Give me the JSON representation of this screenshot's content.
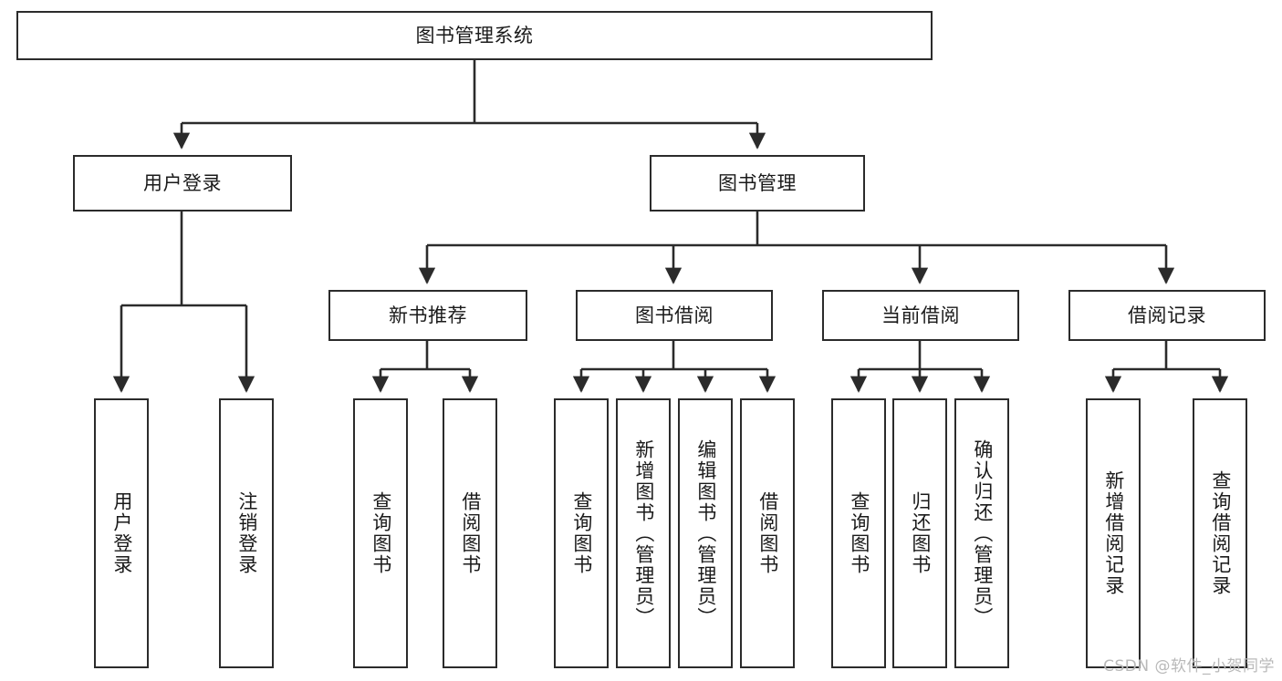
{
  "diagram": {
    "title": "图书管理系统",
    "type": "tree-hierarchy",
    "watermark": "CSDN @软件_小贺同学",
    "colors": {
      "box_border": "#2b2b2b",
      "box_fill": "#ffffff",
      "edge": "#2b2b2b",
      "text": "#1a1a1a",
      "watermark": "#b9b9b9",
      "background": "#ffffff"
    },
    "nodes": {
      "root": {
        "label": "图书管理系统"
      },
      "level2": [
        {
          "id": "user-login",
          "label": "用户登录"
        },
        {
          "id": "book-manage",
          "label": "图书管理"
        }
      ],
      "level3": [
        {
          "id": "new-book-recommend",
          "label": "新书推荐"
        },
        {
          "id": "book-borrow",
          "label": "图书借阅"
        },
        {
          "id": "current-borrow",
          "label": "当前借阅"
        },
        {
          "id": "borrow-record",
          "label": "借阅记录"
        }
      ],
      "leaves": {
        "user-login": [
          {
            "id": "leaf-user-login",
            "label": "用户登录"
          },
          {
            "id": "leaf-logout-login",
            "label": "注销登录"
          }
        ],
        "new-book-recommend": [
          {
            "id": "leaf-query-book-1",
            "label": "查询图书"
          },
          {
            "id": "leaf-borrow-book-1",
            "label": "借阅图书"
          }
        ],
        "book-borrow": [
          {
            "id": "leaf-query-book-2",
            "label": "查询图书"
          },
          {
            "id": "leaf-add-book",
            "label": "新增图书（管理员）"
          },
          {
            "id": "leaf-edit-book",
            "label": "编辑图书（管理员）"
          },
          {
            "id": "leaf-borrow-book-2",
            "label": "借阅图书"
          }
        ],
        "current-borrow": [
          {
            "id": "leaf-query-book-3",
            "label": "查询图书"
          },
          {
            "id": "leaf-return-book",
            "label": "归还图书"
          },
          {
            "id": "leaf-confirm-return",
            "label": "确认归还（管理员）"
          }
        ],
        "borrow-record": [
          {
            "id": "leaf-add-record",
            "label": "新增借阅记录"
          },
          {
            "id": "leaf-query-record",
            "label": "查询借阅记录"
          }
        ]
      }
    }
  }
}
